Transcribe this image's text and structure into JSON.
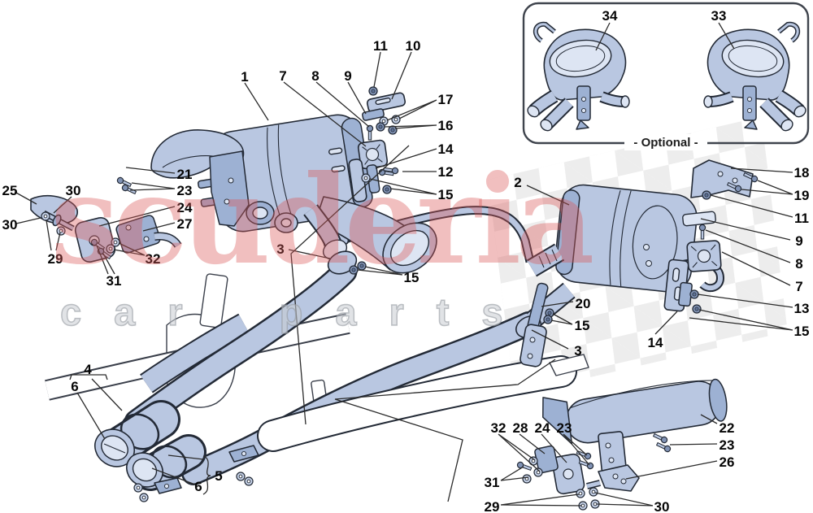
{
  "watermark": {
    "line1": "scuderia",
    "line2": "car parts",
    "red": "#d95656",
    "gray": "#9aa0a6"
  },
  "optional_box": {
    "caption": "- Optional -"
  },
  "colors": {
    "part_fill": "#b9c7e1",
    "part_shade": "#9db1d3",
    "part_light": "#dde5f3",
    "outline": "#232a36",
    "white_part": "#ffffff",
    "checker_gray": "#ebebeb",
    "label_color": "#060606"
  },
  "callouts": {
    "list": [
      {
        "label": "34"
      },
      {
        "label": "33"
      },
      {
        "label": "1"
      },
      {
        "label": "7"
      },
      {
        "label": "8"
      },
      {
        "label": "9"
      },
      {
        "label": "11"
      },
      {
        "label": "10"
      },
      {
        "label": "17"
      },
      {
        "label": "16"
      },
      {
        "label": "14"
      },
      {
        "label": "12"
      },
      {
        "label": "15"
      },
      {
        "label": "21"
      },
      {
        "label": "23"
      },
      {
        "label": "24"
      },
      {
        "label": "27"
      },
      {
        "label": "25"
      },
      {
        "label": "30"
      },
      {
        "label": "30"
      },
      {
        "label": "29"
      },
      {
        "label": "31"
      },
      {
        "label": "32"
      },
      {
        "label": "3"
      },
      {
        "label": "15"
      },
      {
        "label": "2"
      },
      {
        "label": "18"
      },
      {
        "label": "19"
      },
      {
        "label": "11"
      },
      {
        "label": "9"
      },
      {
        "label": "8"
      },
      {
        "label": "7"
      },
      {
        "label": "13"
      },
      {
        "label": "15"
      },
      {
        "label": "20"
      },
      {
        "label": "15"
      },
      {
        "label": "3"
      },
      {
        "label": "14"
      },
      {
        "label": "4"
      },
      {
        "label": "6"
      },
      {
        "label": "5"
      },
      {
        "label": "6"
      },
      {
        "label": "32"
      },
      {
        "label": "28"
      },
      {
        "label": "24"
      },
      {
        "label": "23"
      },
      {
        "label": "22"
      },
      {
        "label": "23"
      },
      {
        "label": "26"
      },
      {
        "label": "31"
      },
      {
        "label": "29"
      },
      {
        "label": "30"
      }
    ]
  }
}
